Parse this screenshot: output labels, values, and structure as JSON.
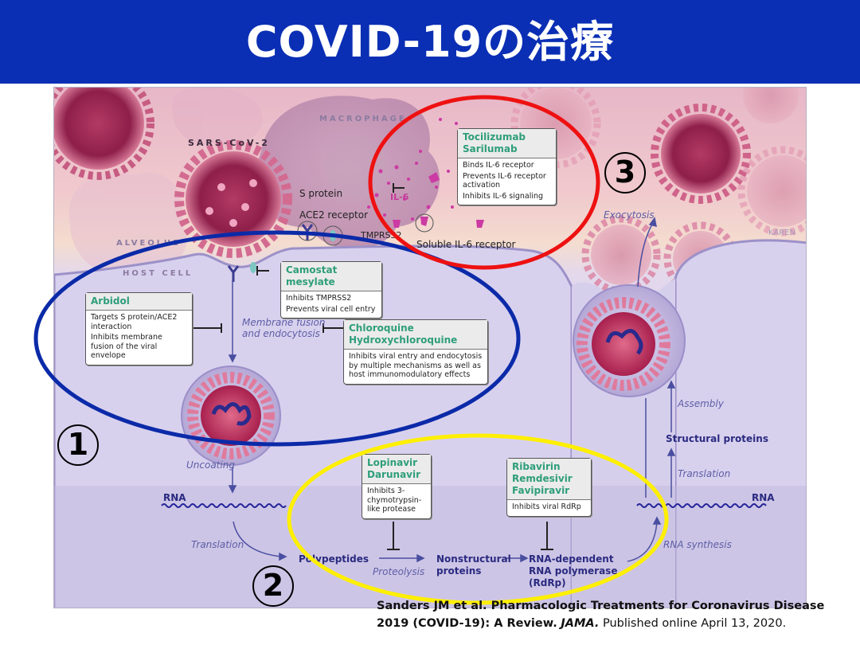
{
  "slide": {
    "title": "COVID-19の治療",
    "header_color": "#0a2fb4"
  },
  "diagram": {
    "labels": {
      "macrophage": "MACROPHAGE",
      "sars_cov_2": "SARS-CoV-2",
      "s_protein": "S protein",
      "ace2_receptor": "ACE2 receptor",
      "tmprss2": "TMPRSS2",
      "alveolus": "ALVEOLUS",
      "host_cell": "HOST CELL",
      "il6": "IL-6",
      "soluble_il6_receptor": "Soluble IL-6 receptor",
      "exocytosis": "Exocytosis",
      "karen": "KAREN",
      "membrane_fusion": "Membrane fusion",
      "and_endocytosis": "and endocytosis",
      "uncoating": "Uncoating",
      "rna_left": "RNA",
      "rna_right": "RNA",
      "translation_left": "Translation",
      "translation_right": "Translation",
      "polypeptides": "Polypeptides",
      "proteolysis": "Proteolysis",
      "nonstructural_1": "Nonstructural",
      "nonstructural_2": "proteins",
      "rdrp_1": "RNA-dependent",
      "rdrp_2": "RNA polymerase",
      "rdrp_3": "(RdRp)",
      "rna_synthesis": "RNA synthesis",
      "structural_proteins": "Structural proteins",
      "assembly": "Assembly"
    },
    "drug_boxes": {
      "il6": {
        "drugs": [
          "Tocilizumab",
          "Sarilumab"
        ],
        "effects": [
          "Binds IL-6 receptor",
          "Prevents IL-6 receptor activation",
          "Inhibits IL-6 signaling"
        ]
      },
      "camostat": {
        "drugs": [
          "Camostat mesylate"
        ],
        "effects": [
          "Inhibits TMPRSS2",
          "Prevents viral cell entry"
        ]
      },
      "arbidol": {
        "drugs": [
          "Arbidol"
        ],
        "effects": [
          "Targets S protein/ACE2 interaction",
          "Inhibits membrane fusion of the viral envelope"
        ]
      },
      "chloroquine": {
        "drugs": [
          "Chloroquine",
          "Hydroxychloroquine"
        ],
        "effects": [
          "Inhibits viral entry and endocytosis by multiple mechanisms as well as host immunomodulatory effects"
        ]
      },
      "protease": {
        "drugs": [
          "Lopinavir",
          "Darunavir"
        ],
        "effects": [
          "Inhibits 3-chymotrypsin-like protease"
        ]
      },
      "rdrp": {
        "drugs": [
          "Ribavirin",
          "Remdesivir",
          "Favipiravir"
        ],
        "effects": [
          "Inhibits viral RdRp"
        ]
      }
    },
    "colors": {
      "drug_name": "#2e9e7a",
      "pathway_text": "#2a2a80",
      "ring_entry": "#0b2aa8",
      "ring_replication": "#ffef00",
      "ring_il6": "#ee1111"
    }
  },
  "annotations": {
    "marker_1": "①",
    "marker_2": "②",
    "marker_3": "③",
    "marker_1_num": "1",
    "marker_2_num": "2",
    "marker_3_num": "3"
  },
  "citation": {
    "line1_bold": "Sanders JM et al. Pharmacologic Treatments for Coronavirus Disease",
    "line2_bold": "2019 (COVID-19): A Review.",
    "journal": "JAMA.",
    "published": "Published online April 13, 2020."
  }
}
